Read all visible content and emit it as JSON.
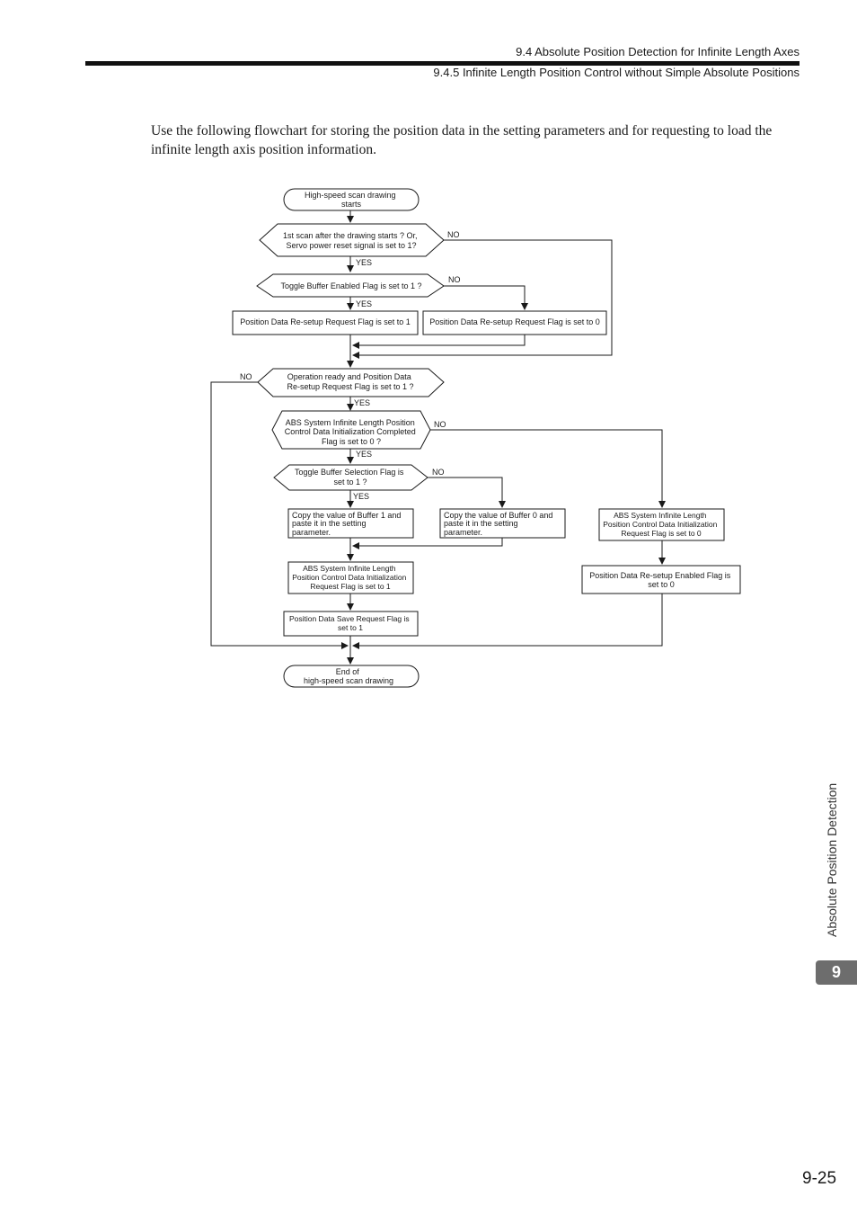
{
  "header": {
    "section": "9.4  Absolute Position Detection for Infinite Length Axes",
    "subsection": "9.4.5  Infinite Length Position Control without Simple Absolute Positions"
  },
  "intro_text": "Use the following flowchart for storing the position data in the setting parameters and for requesting to load the infinite length axis position information.",
  "flowchart": {
    "start": [
      "High-speed scan drawing",
      "starts"
    ],
    "decision_first_scan": [
      "1st scan after the drawing starts ? Or,",
      "Servo power reset signal is set to 1?"
    ],
    "decision_toggle_enabled": [
      "Toggle Buffer Enabled Flag is set to 1 ?"
    ],
    "box_resetup_1": [
      "Position Data Re-setup Request Flag is set to 1"
    ],
    "box_resetup_0": [
      "Position Data Re-setup Request Flag is set to 0"
    ],
    "decision_operation_ready": [
      "Operation ready and Position Data",
      "Re-setup Request Flag is set to 1 ?"
    ],
    "decision_abs_completed": [
      "ABS System Infinite Length Position",
      "Control Data Initialization Completed",
      "Flag is set to 0 ?"
    ],
    "decision_toggle_selection": [
      "Toggle Buffer Selection Flag is",
      "set to 1 ?"
    ],
    "box_copy_buffer1": [
      "Copy the value of Buffer 1 and",
      "paste it in the setting",
      "parameter."
    ],
    "box_copy_buffer0": [
      "Copy the value of Buffer 0 and",
      "paste it in the setting",
      "parameter."
    ],
    "box_abs_request_1": [
      "ABS System Infinite Length",
      "Position Control Data Initialization",
      "Request Flag is set to 1"
    ],
    "box_abs_request_0": [
      "ABS System Infinite Length",
      "Position Control Data Initialization",
      "Request Flag is set to 0"
    ],
    "box_save_request": [
      "Position Data Save Request Flag is",
      "set to 1"
    ],
    "box_resetup_enabled_0": [
      "Position Data Re-setup Enabled Flag is",
      "set to 0"
    ],
    "end": [
      "End of",
      "high-speed scan drawing"
    ],
    "yes_label": "YES",
    "no_label": "NO"
  },
  "side_label": "Absolute Position Detection",
  "chapter_tab": "9",
  "page_number": "9-25"
}
